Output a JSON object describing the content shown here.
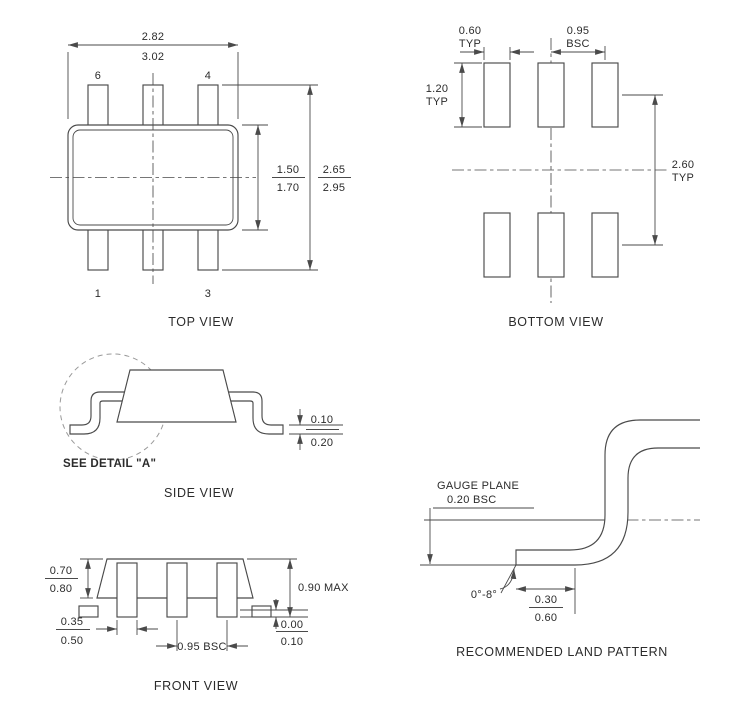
{
  "top_view": {
    "title": "TOP VIEW",
    "width_min": "2.82",
    "width_max": "3.02",
    "body_h_min": "1.50",
    "body_h_max": "1.70",
    "overall_min": "2.65",
    "overall_max": "2.95",
    "pin6": "6",
    "pin4": "4",
    "pin1": "1",
    "pin3": "3"
  },
  "bottom_view": {
    "title": "BOTTOM VIEW",
    "pad_w_val": "0.60",
    "pad_w_qual": "TYP",
    "pitch_val": "0.95",
    "pitch_qual": "BSC",
    "pad_h_val": "1.20",
    "pad_h_qual": "TYP",
    "span_val": "2.60",
    "span_qual": "TYP"
  },
  "side_view": {
    "title": "SIDE VIEW",
    "detail_note": "SEE DETAIL \"A\"",
    "standoff_min": "0.10",
    "standoff_max": "0.20"
  },
  "front_view": {
    "title": "FRONT VIEW",
    "body_min": "0.70",
    "body_max": "0.80",
    "overall": "0.90 MAX",
    "lead_w_min": "0.35",
    "lead_w_max": "0.50",
    "pitch": "0.95 BSC",
    "standoff_min": "0.00",
    "standoff_max": "0.10"
  },
  "detail": {
    "title": "RECOMMENDED LAND PATTERN",
    "gauge_label": "GAUGE PLANE",
    "gauge_dim": "0.20 BSC",
    "lead_angle": "0°-8°",
    "foot_min": "0.30",
    "foot_max": "0.60"
  }
}
